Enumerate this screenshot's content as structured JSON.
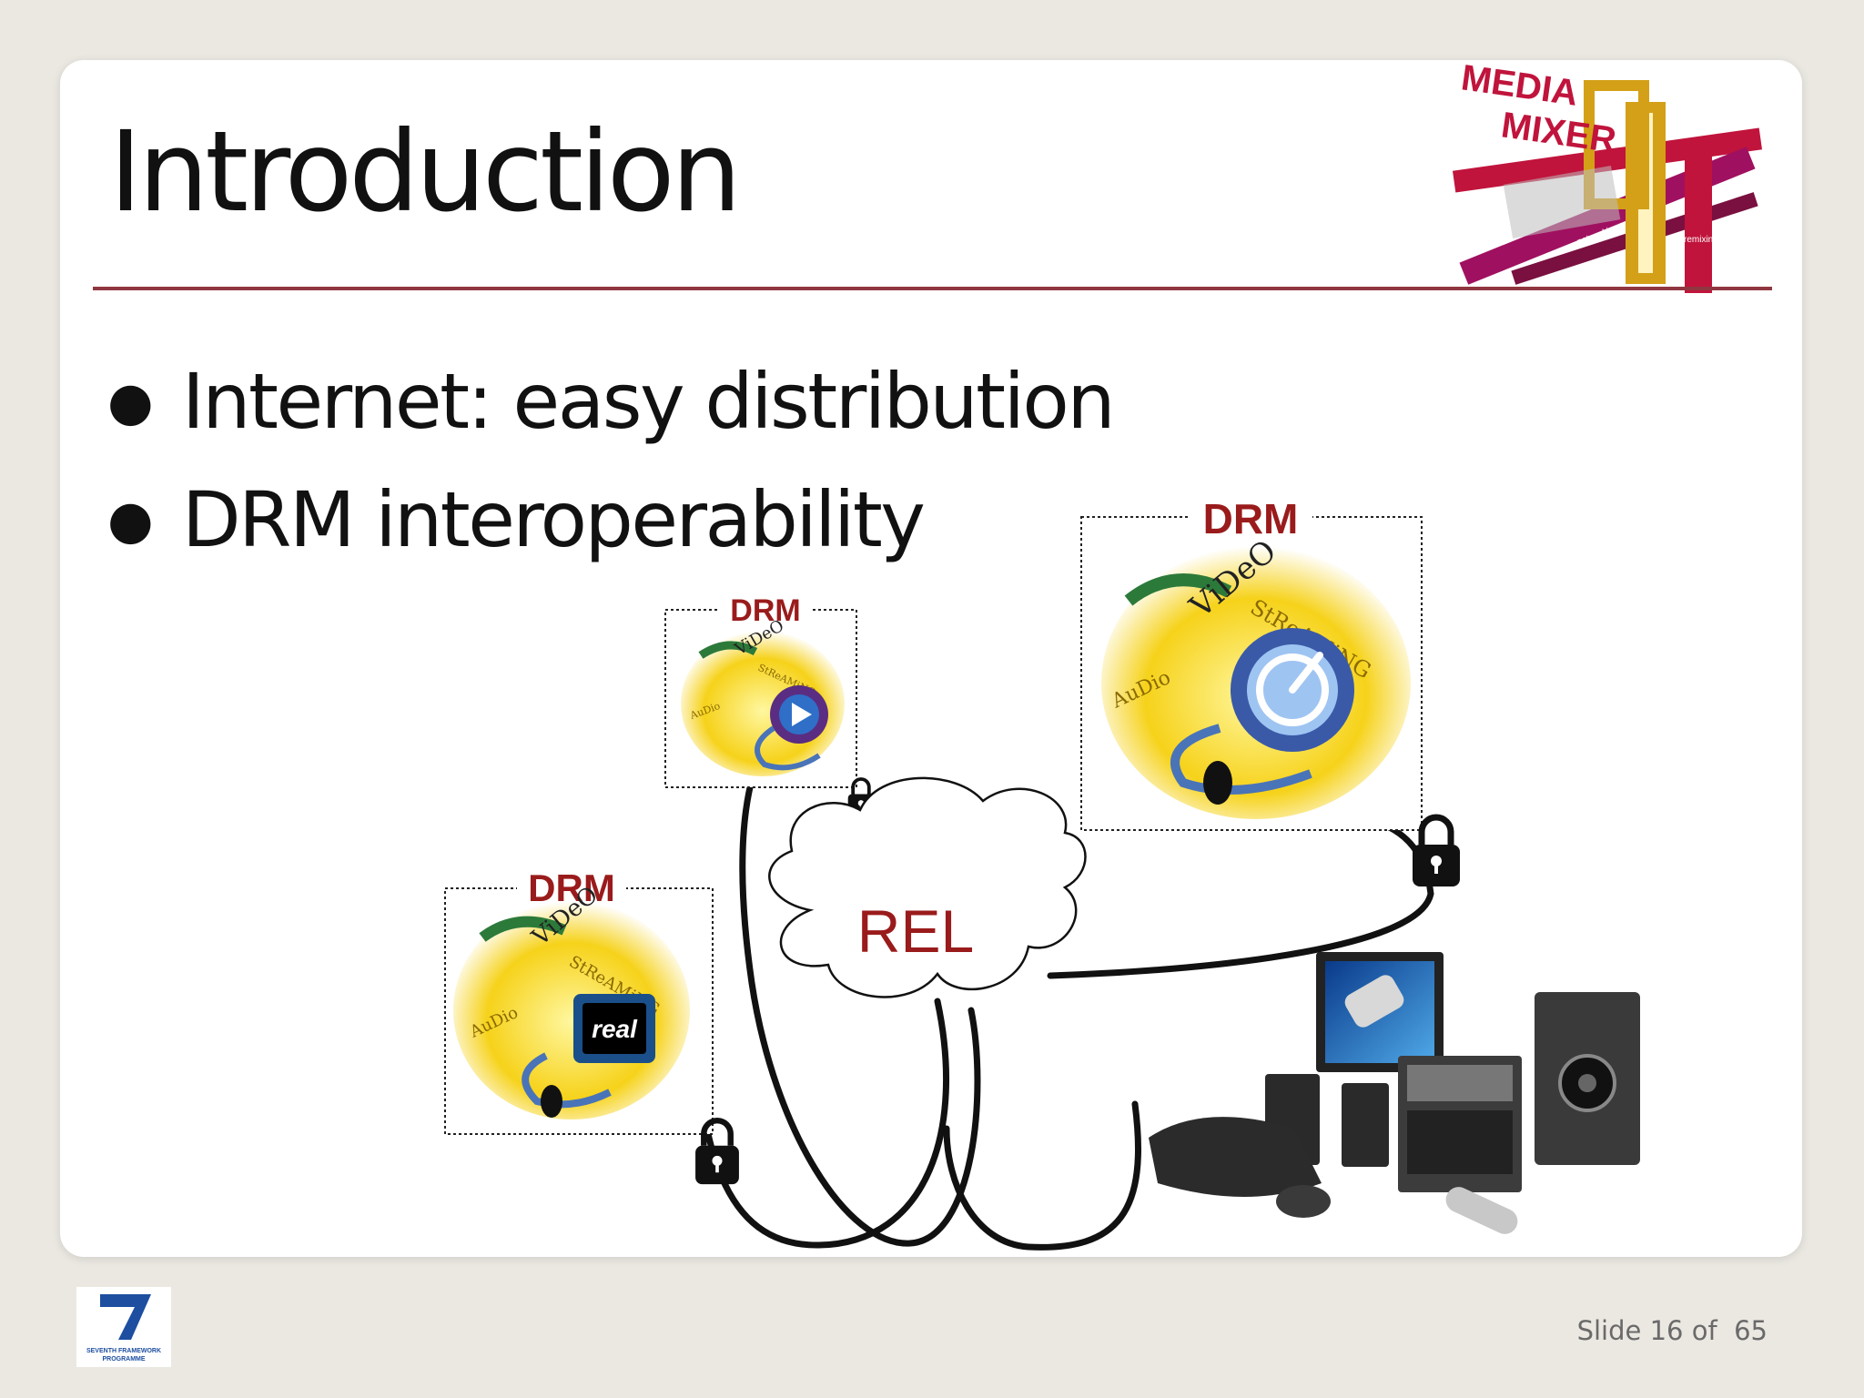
{
  "slide": {
    "title": "Introduction",
    "bullets": [
      {
        "text": "Internet: easy distribution"
      },
      {
        "text": "DRM interoperability"
      }
    ],
    "footer": "Slide 16 of  65"
  },
  "diagram": {
    "boxes": [
      {
        "label": "DRM",
        "player": "windows-media-player-icon"
      },
      {
        "label": "DRM",
        "player": "quicktime-icon"
      },
      {
        "label": "DRM",
        "player": "real-player-icon",
        "player_text": "real"
      }
    ],
    "cloud_label": "REL",
    "clip_art_words": [
      "ViDeO",
      "StReAMiNG",
      "AuDio"
    ]
  },
  "logos": {
    "header_logo": [
      "MEDIA",
      "MIXER"
    ],
    "header_logo_small": [
      "networking",
      "remixing"
    ],
    "footer_logo": [
      "SEVENTH FRAMEWORK",
      "PROGRAMME"
    ]
  },
  "colors": {
    "title_rule": "#8f3640",
    "drm_label": "#9a1b1b",
    "logo_crimson": "#c0143c",
    "logo_gold": "#d4a017"
  }
}
